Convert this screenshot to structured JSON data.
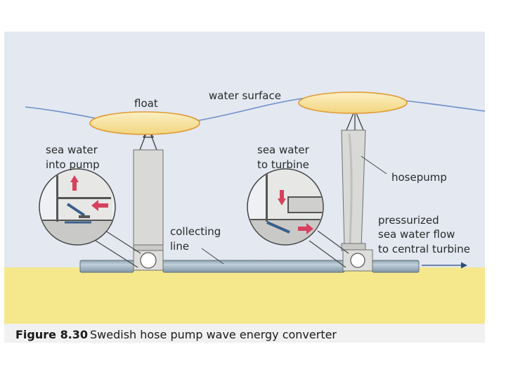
{
  "labels": {
    "float": "float",
    "water_surface": "water surface",
    "sea_water_into_pump_1": "sea water",
    "sea_water_into_pump_2": "into pump",
    "sea_water_to_turbine_1": "sea water",
    "sea_water_to_turbine_2": "to turbine",
    "hosepump": "hosepump",
    "collecting_1": "collecting",
    "collecting_2": "line",
    "pressurized_1": "pressurized",
    "pressurized_2": "sea water flow",
    "pressurized_3": "to central turbine"
  },
  "caption": {
    "number": "Figure 8.30",
    "text": "Swedish hose pump wave energy converter"
  },
  "colors": {
    "sky": "#e3e8f1",
    "seabed": "#f5e78c",
    "float_fill": "#f8e6a2",
    "float_stroke": "#e29a33",
    "water_line": "#6f90c8",
    "pipe": "#9fb2bf",
    "hose": "#d9dad7",
    "arrow_red": "#d6415e"
  }
}
